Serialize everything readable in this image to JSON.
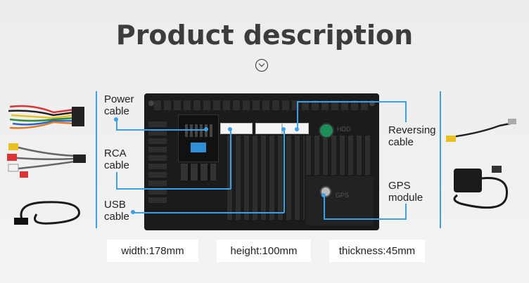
{
  "title": "Product description",
  "labels": {
    "power": [
      "Power",
      "cable"
    ],
    "rca": [
      "RCA",
      "cable"
    ],
    "usb": [
      "USB",
      "cable"
    ],
    "reversing": [
      "Reversing",
      "cable"
    ],
    "gps": [
      "GPS",
      "module"
    ]
  },
  "device_text": {
    "gps": "GPS",
    "hdd": "HDD"
  },
  "dimensions": {
    "width": "width:178mm",
    "height": "height:100mm",
    "thickness": "thickness:45mm"
  },
  "colors": {
    "accent": "#3aa0e8",
    "title": "#3c3c3c",
    "device": "#1b1b1b"
  },
  "icons": [
    "chevron-down-icon"
  ]
}
